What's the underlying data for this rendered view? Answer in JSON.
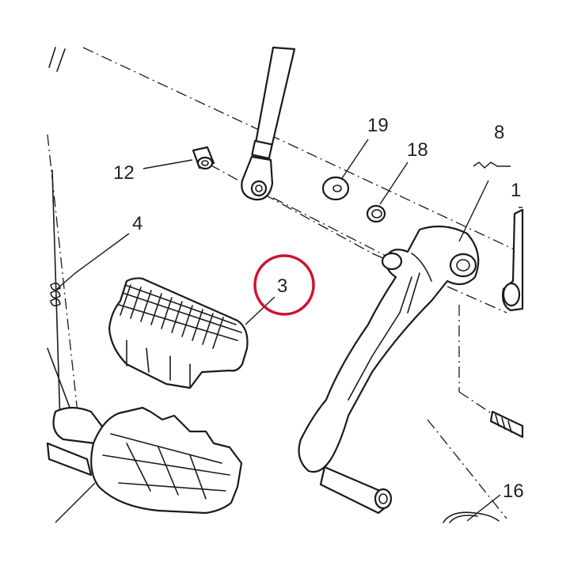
{
  "callouts": {
    "c3": "3",
    "c4": "4",
    "c8": "8",
    "c12": "12",
    "c16": "16",
    "c18": "18",
    "c19": "19",
    "c1": "1"
  },
  "highlight": {
    "callout": "3",
    "color": "#d1122e"
  },
  "icons": [
    "footpeg-rubber-insert",
    "footpeg-platform",
    "gear-lever",
    "shift-rod",
    "bushing",
    "washer",
    "circlip",
    "spring",
    "pivot-pin"
  ]
}
